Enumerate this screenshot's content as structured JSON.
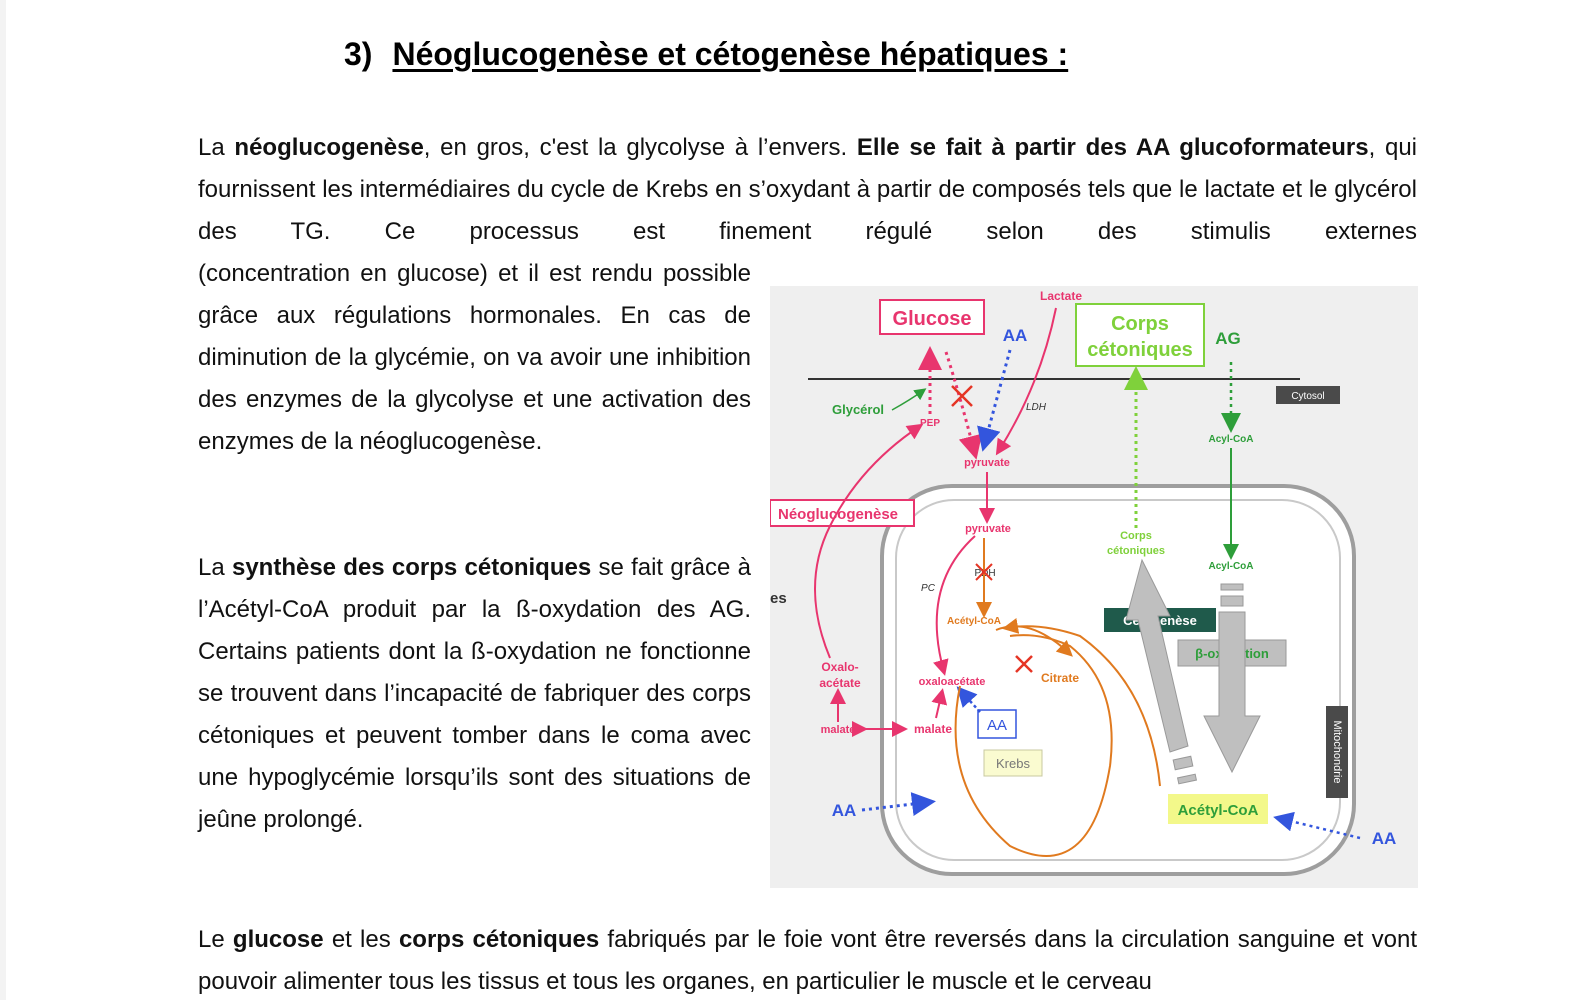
{
  "section": {
    "number": "3)",
    "title": "Néoglucogenèse et cétogenèse hépatiques :"
  },
  "paragraph1": {
    "s1": "La ",
    "b1": "néoglucogenèse",
    "s2": ", en gros, c'est la glycolyse à l’envers. ",
    "b2": "Elle se fait à partir des AA glucoformateurs",
    "s3": ", qui fournissent les intermédiaires du cycle de Krebs en s’oxydant à partir de composés tels que le lactate et le glycérol des TG. Ce processus est finement régulé selon des stimulis externes",
    "s4": "(concentration en glucose) et il est rendu possible grâce aux régulations hormonales. En cas de diminution de la glycémie, on va avoir une inhibition des enzymes de la glycolyse et une activation des enzymes de la néoglucogenèse."
  },
  "paragraph2": {
    "s1": "La ",
    "b1": "synthèse des corps cétoniques",
    "s2": " se fait grâce à l’Acétyl-CoA produit par la ß-oxydation des AG.  Certains patients dont la ß-oxydation ne fonctionne se trouvent dans l’incapacité de fabriquer des corps cétoniques et peuvent tomber dans le coma avec une hypoglycémie lorsqu’ils sont des situations de jeûne prolongé."
  },
  "paragraph3": {
    "s1": "Le ",
    "b1": "glucose",
    "s2": " et les ",
    "b2": "corps cétoniques",
    "s3": " fabriqués par le foie vont être reversés dans la circulation sanguine et vont pouvoir alimenter tous les tissus et tous les organes, en particulier le muscle et le cerveau"
  },
  "diagram": {
    "glucose": "Glucose",
    "lactate": "Lactate",
    "aa": "AA",
    "corps_cetoniques_line1": "Corps",
    "corps_cetoniques_line2": "cétoniques",
    "ag": "AG",
    "cytosol": "Cytosol",
    "glycerol": "Glycérol",
    "pep": "PEP",
    "ldh": "LDH",
    "acyl_coa": "Acyl-CoA",
    "pyruvate": "pyruvate",
    "neoglucogenese": "Néoglucogenèse",
    "corps_small_line1": "Corps",
    "corps_small_line2": "cétoniques",
    "pdh": "PDH",
    "pc": "PC",
    "edge_fragment": "es",
    "acetyl_coa_small": "Acétyl-CoA",
    "cetogenese": "Cétogenèse",
    "beta_oxydation": "β-oxydation",
    "oxalo_line1": "Oxalo-",
    "oxalo_line2": "acétate",
    "oxaloacetate": "oxaloacétate",
    "citrate": "Citrate",
    "malate": "malate",
    "krebs": "Krebs",
    "mitochondrie": "Mitochondrie",
    "acetyl_coa_big": "Acétyl-CoA",
    "colors": {
      "pink": "#e8356e",
      "green_light": "#7fd13b",
      "green_dark": "#2e9e3a",
      "blue": "#3355dd",
      "orange": "#e07a1f",
      "red_cross": "#e53525",
      "gray": "#bfbfbf",
      "teal": "#1f5a4b",
      "yellow": "#f3f88a"
    }
  }
}
